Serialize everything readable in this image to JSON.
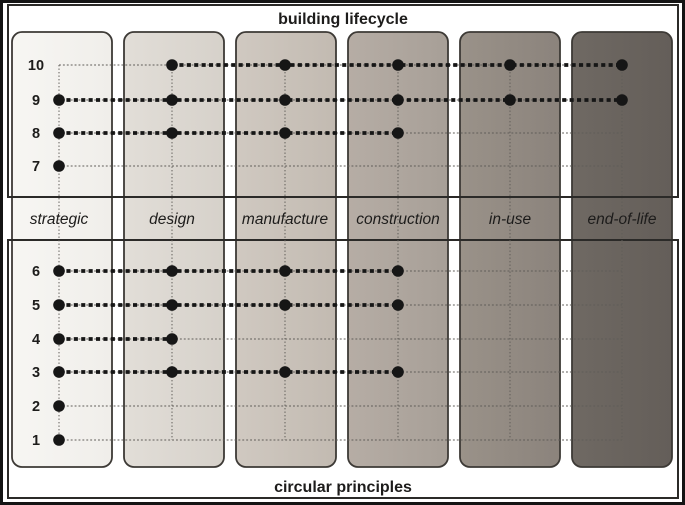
{
  "top_title": "building lifecycle",
  "bottom_title": "circular principles",
  "lifecycle_stages": [
    {
      "label": "strategic",
      "color_left": "#f7f6f3",
      "color_right": "#f0eeea"
    },
    {
      "label": "design",
      "color_left": "#e2ded8",
      "color_right": "#d6d1ca"
    },
    {
      "label": "manufacture",
      "color_left": "#d0c9c1",
      "color_right": "#c2bab1"
    },
    {
      "label": "construction",
      "color_left": "#b6ada5",
      "color_right": "#a79f97"
    },
    {
      "label": "in-use",
      "color_left": "#9a9289",
      "color_right": "#8b837c"
    },
    {
      "label": "end-of-life",
      "color_left": "#6f6963",
      "color_right": "#645e59"
    }
  ],
  "principles": {
    "top_group": [
      {
        "num": "10",
        "stages": [
          "design",
          "manufacture",
          "construction",
          "in-use",
          "end-of-life"
        ]
      },
      {
        "num": "9",
        "stages": [
          "strategic",
          "design",
          "manufacture",
          "construction",
          "in-use",
          "end-of-life"
        ]
      },
      {
        "num": "8",
        "stages": [
          "strategic",
          "design",
          "manufacture",
          "construction"
        ]
      },
      {
        "num": "7",
        "stages": [
          "strategic"
        ]
      }
    ],
    "bottom_group": [
      {
        "num": "6",
        "stages": [
          "strategic",
          "design",
          "manufacture",
          "construction"
        ]
      },
      {
        "num": "5",
        "stages": [
          "strategic",
          "design",
          "manufacture",
          "construction"
        ]
      },
      {
        "num": "4",
        "stages": [
          "strategic",
          "design"
        ]
      },
      {
        "num": "3",
        "stages": [
          "strategic",
          "design",
          "manufacture",
          "construction"
        ]
      },
      {
        "num": "2",
        "stages": [
          "strategic"
        ]
      },
      {
        "num": "1",
        "stages": [
          "strategic"
        ]
      }
    ]
  },
  "colors": {
    "dot": "#161616",
    "thick_line": "#161616",
    "thin_line": "#5f5c58",
    "box_border": "#2b2a28",
    "column_border": "#3d3a36",
    "outer_border": "#141414",
    "text": "#1d1c1b"
  }
}
